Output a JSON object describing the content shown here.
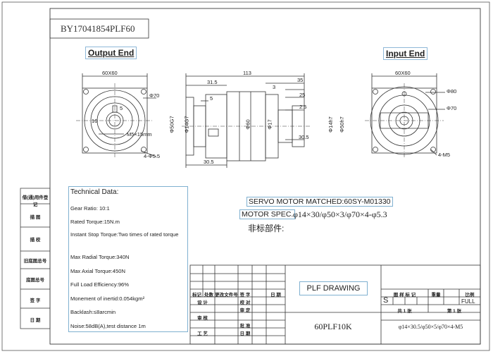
{
  "drawing_id": "BY17041854PLF60",
  "views": {
    "output_end": {
      "title": "Output End",
      "dims": [
        "60X60",
        "Φ70",
        "16",
        "5",
        "M5×15mm",
        "4-Φ5.5"
      ]
    },
    "side": {
      "dims": [
        "113",
        "31.5",
        "35",
        "3",
        "25",
        "5",
        "2.5",
        "30.5",
        "30.5",
        "Φ50G7",
        "Φ14G7",
        "Φ60",
        "Φ17",
        "Φ14h7",
        "Φ50h7"
      ]
    },
    "input_end": {
      "title": "Input End",
      "dims": [
        "60X60",
        "Φ80",
        "Φ70",
        "4-M5"
      ]
    }
  },
  "technical_data": {
    "title": "Technical Data:",
    "items": [
      "Gear Ratio:   10:1",
      "Rated Torque:15N.m",
      "Instant Stop Torque:Two times of rated torque",
      "Max Radial Torque:340N",
      "Max Axial Torque:450N",
      "Full Load Efficiency:96%",
      "Monement of inertid:0.054kgm²",
      "Backlash:≤8arcmin",
      "Noise:58dB(A),test distance 1m"
    ]
  },
  "servo": {
    "matched": "SERVO MOTOR MATCHED:60SY-M01330",
    "spec_label": "MOTOR SPEC.",
    "spec_value": "φ14×30/φ50×3/φ70×4-φ5.3",
    "note": "非标部件:"
  },
  "left_labels": [
    "借(通)用件登记",
    "描  图",
    "描  校",
    "旧底图总号",
    "底图总号",
    "签  字",
    "日  期"
  ],
  "title_block": {
    "drawing_name": "PLF DRAWING",
    "model": "60PLF10K",
    "spec": "φ14×30.5/φ50×5/φ70×4-M5",
    "rev_headers": [
      "标记",
      "处数",
      "更改文件号",
      "签  字",
      "日  期"
    ],
    "roles": [
      "设  计",
      "审  核",
      "工  艺"
    ],
    "roles2": [
      "校  对",
      "审  定",
      "批  准",
      "日  期"
    ],
    "stage_headers": [
      "图 样 标 记",
      "重量",
      "比例"
    ],
    "stage_mark": "S",
    "scale": "FULL",
    "sheets_total": "共  1  张",
    "sheet_no": "第  1  张"
  }
}
